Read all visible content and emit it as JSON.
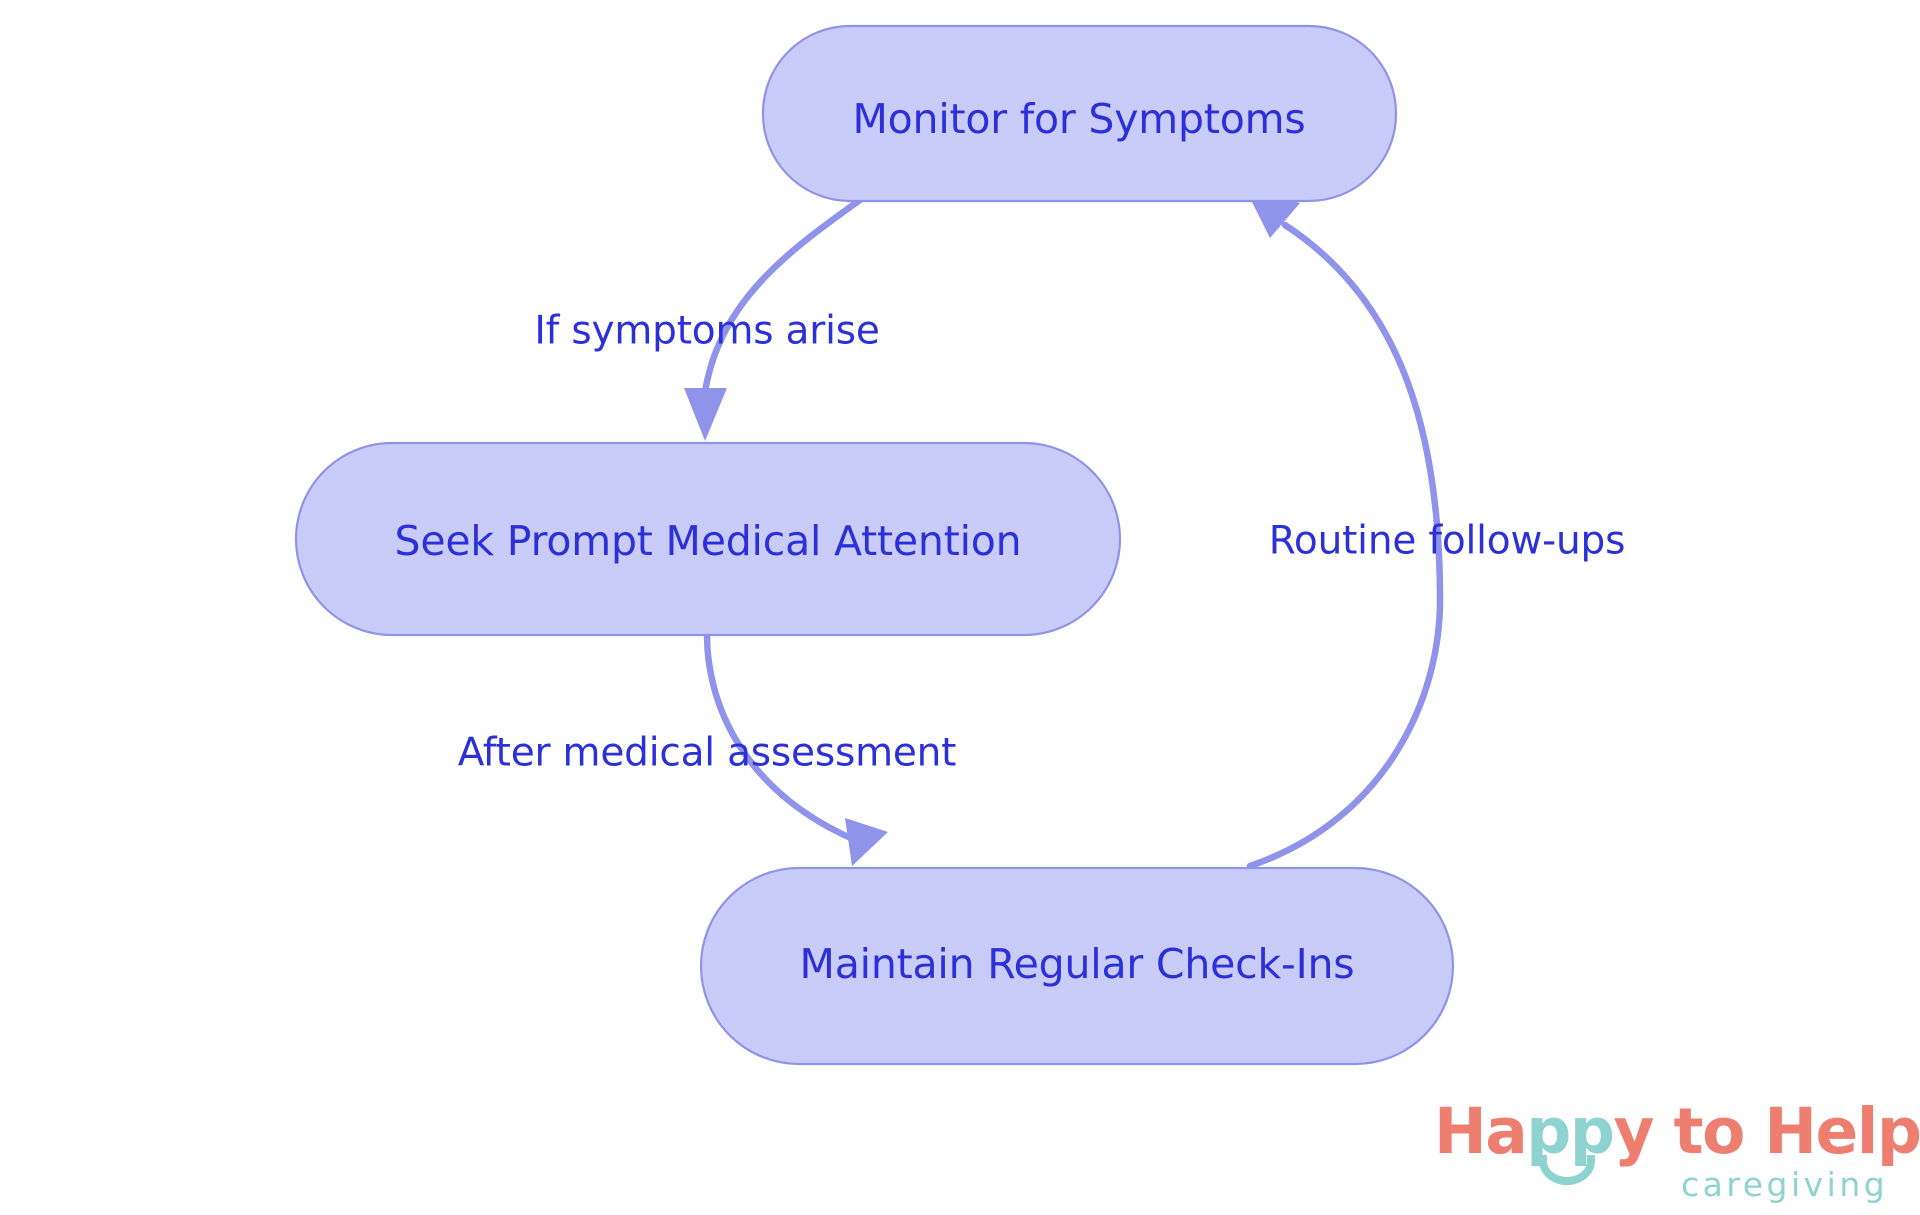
{
  "diagram": {
    "type": "flowchart",
    "direction": "top-down-cycle",
    "background_color": "#ffffff",
    "node_fill_color": "#c9ccf8",
    "node_stroke_color": "#9093ea",
    "node_text_color": "#2b30d9",
    "edge_color": "#9093ea",
    "nodes": [
      {
        "id": "monitor",
        "label": "Monitor for Symptoms"
      },
      {
        "id": "seek",
        "label": "Seek Prompt Medical Attention"
      },
      {
        "id": "maintain",
        "label": "Maintain Regular Check-Ins"
      }
    ],
    "edges": [
      {
        "id": "e1",
        "from": "monitor",
        "to": "seek",
        "label": "If symptoms arise"
      },
      {
        "id": "e2",
        "from": "seek",
        "to": "maintain",
        "label": "After medical assessment"
      },
      {
        "id": "e3",
        "from": "maintain",
        "to": "monitor",
        "label": "Routine follow-ups"
      }
    ]
  },
  "logo": {
    "word_happy_to_he": "Ha",
    "word_pp": "pp",
    "word_rest": "y to Help",
    "tagline": "caregiving",
    "brand_color": "#ee7f70",
    "accent_color": "#8fd3d0"
  }
}
